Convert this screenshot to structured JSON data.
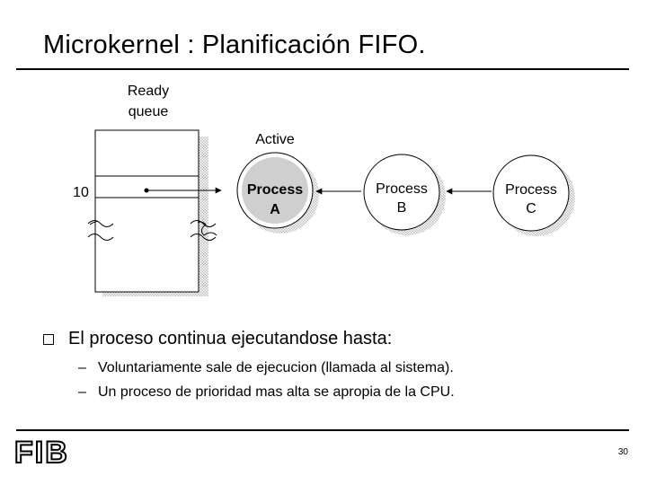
{
  "slide": {
    "title": "Microkernel : Planificación FIFO.",
    "diagram": {
      "ready_queue_line1": "Ready",
      "ready_queue_line2": "queue",
      "priority_label": "10",
      "active_label": "Active",
      "process_a_line1": "Process",
      "process_a_line2": "A",
      "process_b_line1": "Process",
      "process_b_line2": "B",
      "process_c_line1": "Process",
      "process_c_line2": "C"
    },
    "bullet": "El proceso continua ejecutandose hasta:",
    "sub_bullets": [
      {
        "dash": "–",
        "text": "Voluntariamente sale de ejecucion (llamada al sistema)."
      },
      {
        "dash": "–",
        "text": "Un proceso de prioridad mas alta se apropia de la CPU."
      }
    ],
    "footer": {
      "logo": "FIB",
      "page_number": "30"
    }
  }
}
